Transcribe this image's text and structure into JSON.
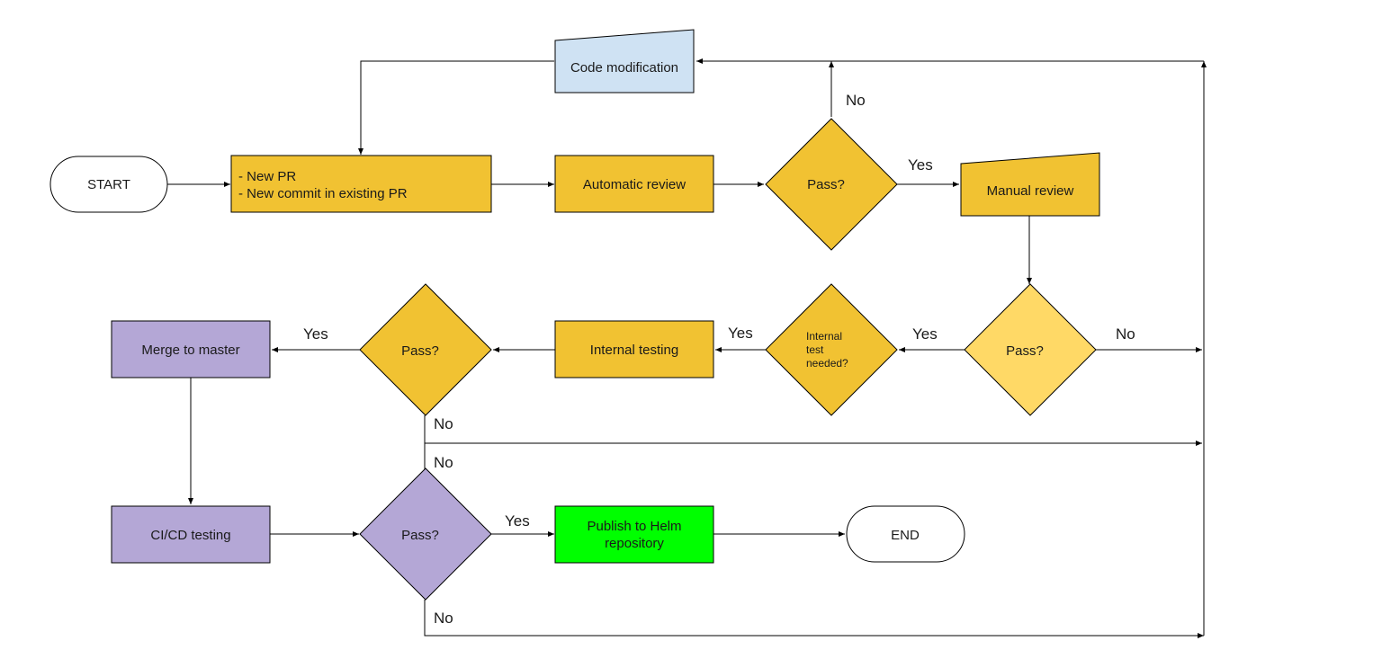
{
  "colors": {
    "yellow": "#f1c232",
    "light_yellow": "#ffd966",
    "light_blue": "#cfe2f3",
    "purple": "#b4a7d6",
    "green": "#00ff00",
    "white": "#ffffff",
    "line": "#000000"
  },
  "nodes": {
    "start": "START",
    "new_pr_line1": "- New PR",
    "new_pr_line2": "- New commit in existing PR",
    "automatic_review": "Automatic review",
    "pass_auto": "Pass?",
    "code_modification": "Code modification",
    "manual_review": "Manual review",
    "pass_manual": "Pass?",
    "internal_test_line1": "Internal",
    "internal_test_line2": "test",
    "internal_test_line3": "needed?",
    "internal_testing": "Internal testing",
    "pass_internal": "Pass?",
    "merge_to_master": "Merge to master",
    "cicd_testing": "CI/CD testing",
    "pass_cicd": "Pass?",
    "publish_line1": "Publish to Helm",
    "publish_line2": "repository",
    "end": "END"
  },
  "edge_labels": {
    "auto_no": "No",
    "auto_yes": "Yes",
    "manual_yes": "Yes",
    "manual_no": "No",
    "internal_needed_yes": "Yes",
    "internal_pass_yes": "Yes",
    "internal_pass_no": "No",
    "cicd_no_top": "No",
    "cicd_yes": "Yes",
    "cicd_no_bottom": "No"
  }
}
